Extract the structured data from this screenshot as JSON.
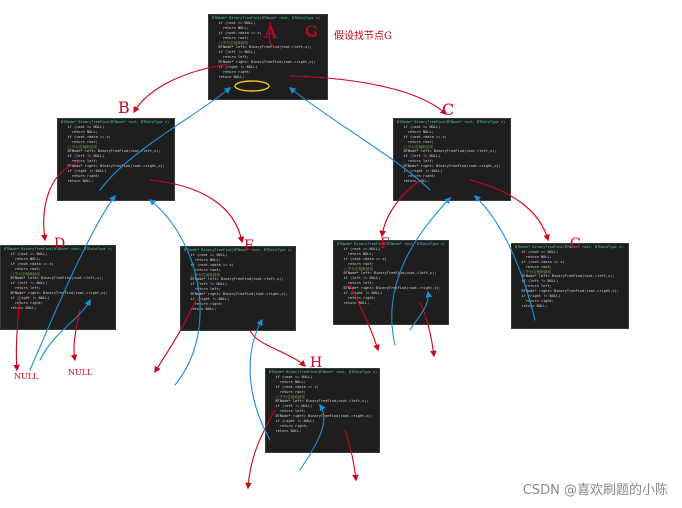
{
  "annotations": {
    "top_note": "假设找节点G",
    "null_left": "NULL",
    "null_right": "NULL"
  },
  "watermark": "CSDN @喜欢刷题的小陈",
  "code_header": "BTNode* BinaryTreeFind(BTNode* root, BTDataType x)",
  "code_lines": [
    "if (root == NULL)",
    "  return NULL;",
    "if (root->data == x)",
    "  return root;",
    "//不为空就继续找",
    "BTNode* left= BinaryTreeFind(root->left,x);",
    "if (left != NULL)",
    "  return left;",
    "BTNode* right= BinaryTreeFind(root->right,x);",
    "if (right != NULL)",
    "  return right;",
    "return NULL;"
  ],
  "node_labels": {
    "a": "A",
    "g": "G",
    "b": "B",
    "c": "C",
    "d": "D",
    "e": "E",
    "f": "F",
    "h": "H"
  },
  "colors": {
    "recursion_call": "#d0021b",
    "return_path": "#1a8fd6",
    "highlight_ring": "#f2c811"
  }
}
